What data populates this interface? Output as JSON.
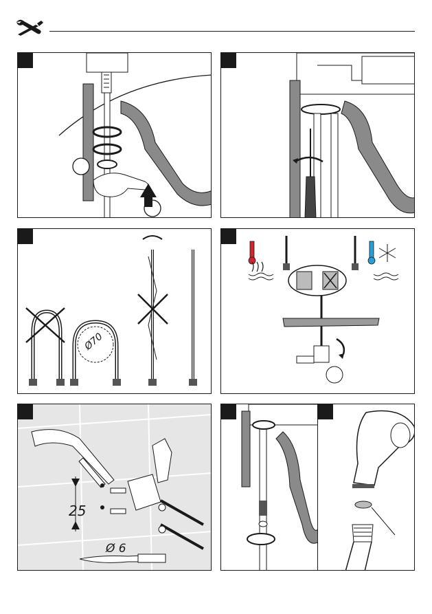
{
  "header": {
    "icon": "wrench-screwdriver-icon"
  },
  "panels": [
    {
      "id": "step-1",
      "subject": "hose-and-nut-mounting"
    },
    {
      "id": "step-2",
      "subject": "screwdriver-tightening"
    },
    {
      "id": "step-3",
      "subject": "hose-bending-radius",
      "bend_radius": "Ø70"
    },
    {
      "id": "step-4",
      "subject": "hot-cold-connection"
    },
    {
      "id": "step-5",
      "subject": "wall-holder-drilling",
      "distance": "25",
      "drill": "Ø 6"
    },
    {
      "id": "step-6",
      "subject": "hose-connection-under-basin"
    },
    {
      "id": "step-7",
      "subject": "hand-shower-seal"
    }
  ],
  "colors": {
    "line": "#1a1a1a",
    "hot": "#d0262f",
    "cold": "#2a9fd6",
    "shade": "#8a8a8a",
    "tile": "#e6e6e6"
  }
}
